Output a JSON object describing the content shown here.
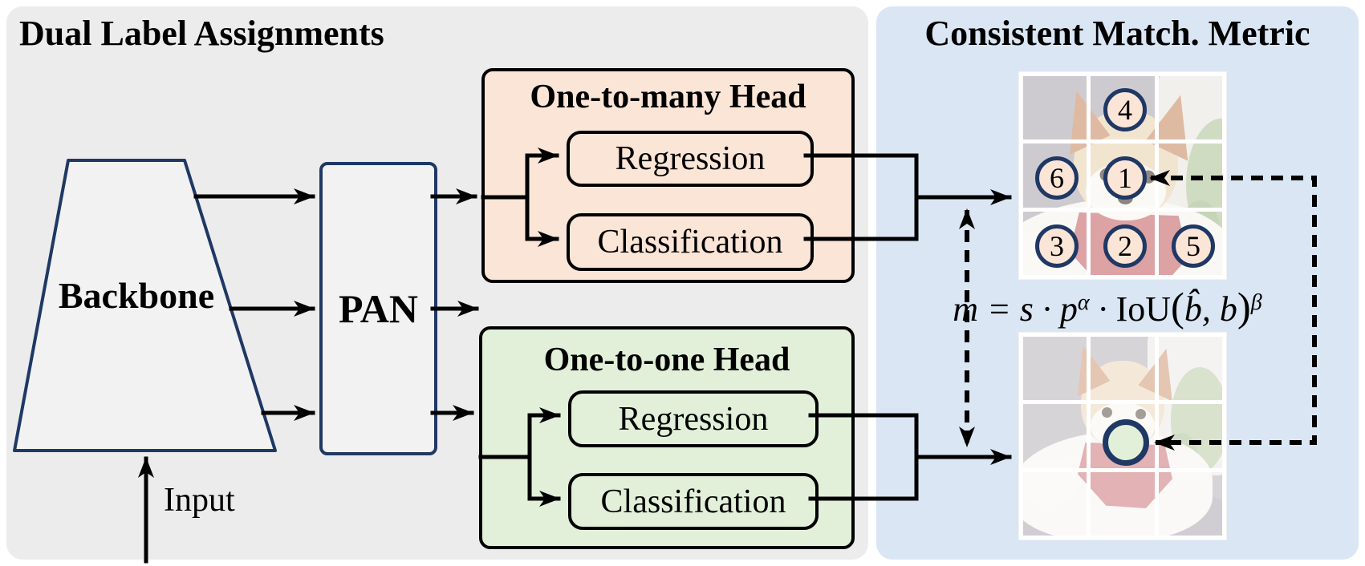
{
  "left_panel": {
    "title": "Dual Label Assignments",
    "backbone_label": "Backbone",
    "pan_label": "PAN",
    "input_label": "Input",
    "one_to_many_head": {
      "title": "One-to-many Head",
      "regression": "Regression",
      "classification": "Classification"
    },
    "one_to_one_head": {
      "title": "One-to-one Head",
      "regression": "Regression",
      "classification": "Classification"
    }
  },
  "right_panel": {
    "title": "Consistent Match. Metric",
    "formula": {
      "m_s_p": "m = s · p",
      "alpha": "α",
      "cdot": " · ",
      "iou": "IoU",
      "lparen": "(",
      "bhat_b": "b̂, b",
      "rparen": ")",
      "beta": "β"
    },
    "top_image": {
      "circles": [
        "4",
        "6",
        "1",
        "3",
        "2",
        "5"
      ]
    }
  },
  "colors": {
    "left_panel_bg": "#ececec",
    "right_panel_bg": "#dae6f3",
    "navy_accent": "#1f3864",
    "one_to_many_fill": "#fbe5d6",
    "one_to_one_fill": "#e2f0d9",
    "line_color": "#000000"
  }
}
